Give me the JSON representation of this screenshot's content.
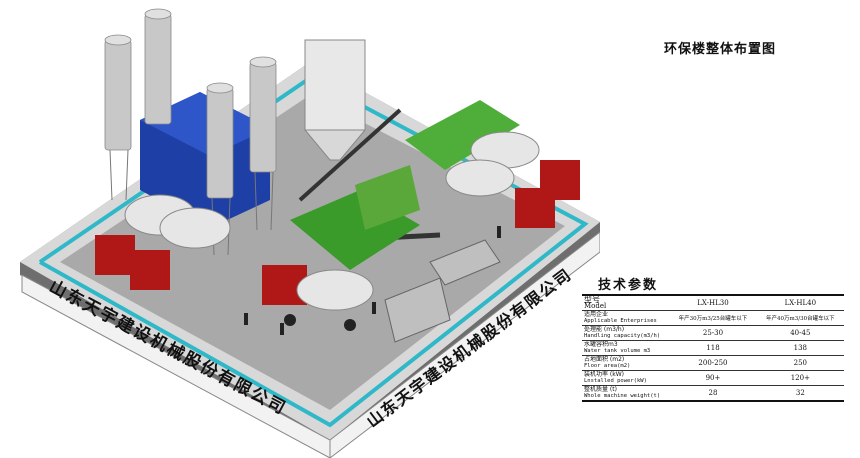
{
  "layout_title": "环保楼整体布置图",
  "company_banner_front": "山东天宇建设机械股份有限公司",
  "company_banner_side": "山东天宇建设机械股份有限公司",
  "params_title": "技术参数",
  "spec_table": {
    "header": {
      "label_cn": "型号",
      "label_en": "Model",
      "col1": "LX-HL30",
      "col2": "LX-HL40"
    },
    "rows": [
      {
        "label_cn": "适用企业",
        "label_en": "Applicable Enterprises",
        "col1": "年产30万m3/25台罐车以下",
        "col2": "年产40万m3/30台罐车以下"
      },
      {
        "label_cn": "处理能 (m3/h)",
        "label_en": "Handling capacity(m3/h)",
        "col1": "25-30",
        "col2": "40-45"
      },
      {
        "label_cn": "水罐容积m3",
        "label_en": "Water tank volume m3",
        "col1": "118",
        "col2": "138"
      },
      {
        "label_cn": "占地面积 (m2)",
        "label_en": "Floor area(m2)",
        "col1": "200-250",
        "col2": "250"
      },
      {
        "label_cn": "装机功率 (kW)",
        "label_en": "Lnstalled power(kW)",
        "col1": "90+",
        "col2": "120+"
      },
      {
        "label_cn": "整机质量 (t)",
        "label_en": "Whole machine weight(t)",
        "col1": "28",
        "col2": "32"
      }
    ]
  },
  "colors": {
    "platform": "#dcdcdc",
    "ground": "#a8a8a8",
    "teal_rail": "#2fb8c8",
    "blue_building": "#1d3fa6",
    "green_equipment": "#3a9a2a",
    "truck_red": "#b01818"
  }
}
